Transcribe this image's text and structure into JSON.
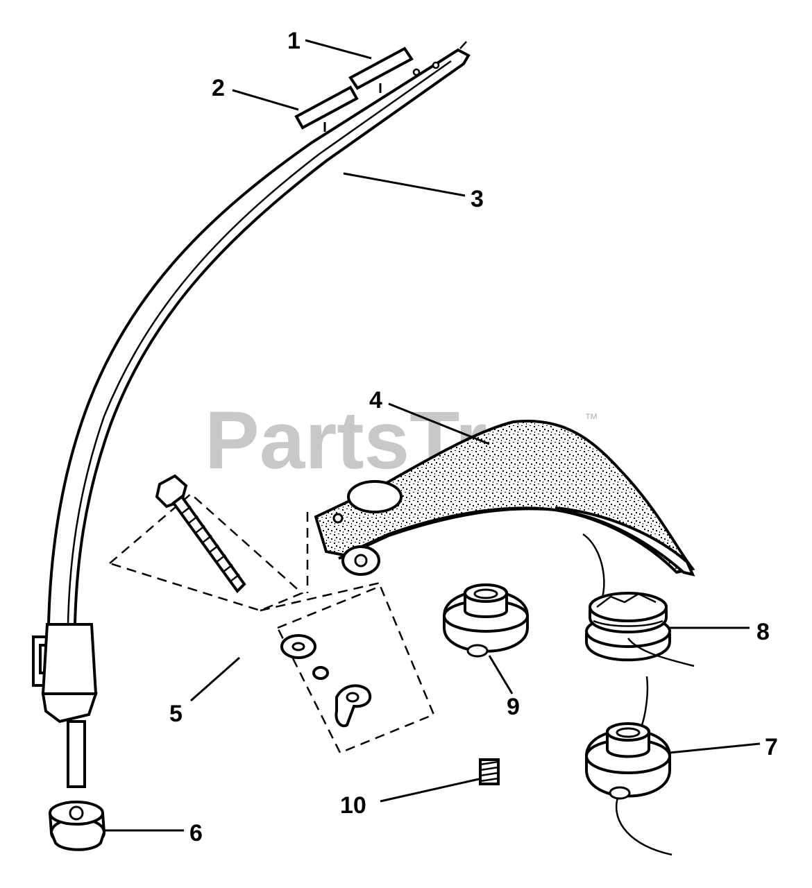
{
  "watermark": {
    "text": "PartsTree",
    "tm": "™"
  },
  "callouts": [
    {
      "id": "1",
      "label": "1"
    },
    {
      "id": "2",
      "label": "2"
    },
    {
      "id": "3",
      "label": "3"
    },
    {
      "id": "4",
      "label": "4"
    },
    {
      "id": "5",
      "label": "5"
    },
    {
      "id": "6",
      "label": "6"
    },
    {
      "id": "7",
      "label": "7"
    },
    {
      "id": "8",
      "label": "8"
    },
    {
      "id": "9",
      "label": "9"
    },
    {
      "id": "10",
      "label": "10"
    }
  ]
}
